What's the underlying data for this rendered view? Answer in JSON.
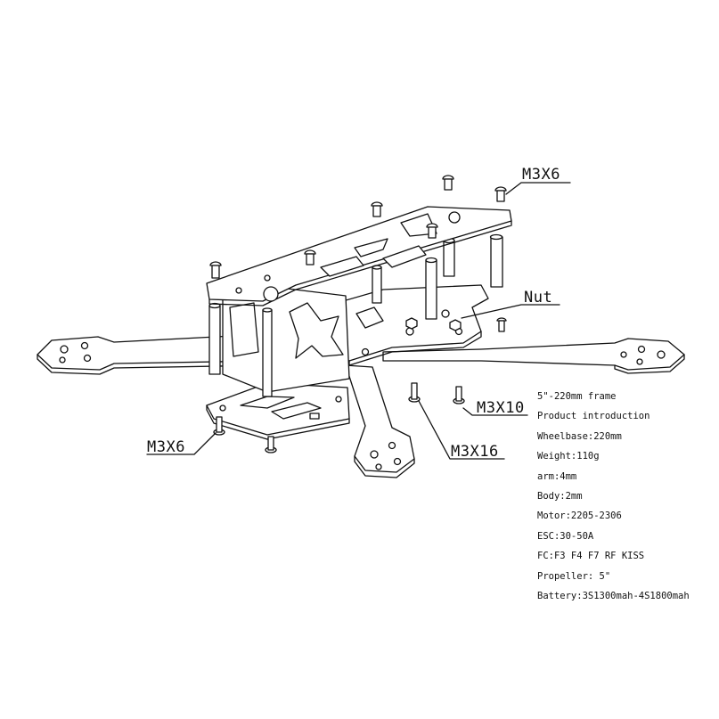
{
  "callouts": {
    "top_screw": "M3X6",
    "nut": "Nut",
    "standoff_screw": "M3X10",
    "arm_screw": "M3X16",
    "bottom_screw": "M3X6"
  },
  "specs": [
    "5\"-220mm frame",
    "Product introduction",
    "Wheelbase:220mm",
    "Weight:110g",
    "arm:4mm",
    "Body:2mm",
    "Motor:2205-2306",
    "ESC:30-50A",
    "FC:F3 F4 F7 RF KISS",
    "Propeller: 5\"",
    "Battery:3S1300mah-4S1800mah"
  ],
  "colors": {
    "line": "#111111",
    "background": "#ffffff"
  }
}
